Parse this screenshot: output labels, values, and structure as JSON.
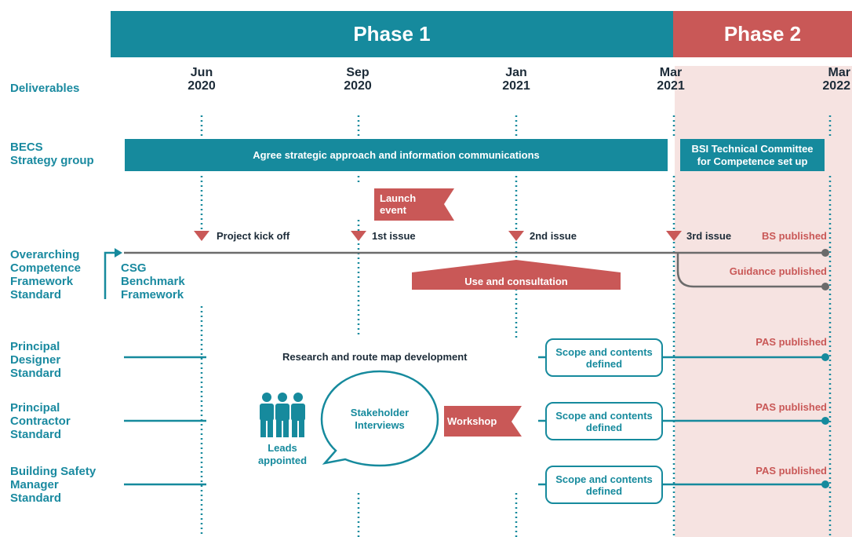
{
  "phases": [
    {
      "label": "Phase 1",
      "color": "#168a9d"
    },
    {
      "label": "Phase 2",
      "color": "#c95857"
    }
  ],
  "header": {
    "deliverables": "Deliverables"
  },
  "dates": [
    {
      "month": "Jun",
      "year": "2020"
    },
    {
      "month": "Sep",
      "year": "2020"
    },
    {
      "month": "Jan",
      "year": "2021"
    },
    {
      "month": "Mar",
      "year": "2021"
    },
    {
      "month": "Mar",
      "year": "2022"
    }
  ],
  "rows": {
    "becs": "BECS\nStrategy group",
    "overarching": "Overarching\nCompetence\nFramework\nStandard",
    "principal_designer": "Principal\nDesigner\nStandard",
    "principal_contractor": "Principal\nContractor\nStandard",
    "building_safety_manager": "Building Safety\nManager\nStandard"
  },
  "becs": {
    "agree_bar": "Agree strategic approach and information communications",
    "bsi_box": "BSI Technical Committee\nfor Competence set up"
  },
  "launch_event": "Launch\nevent",
  "milestones": [
    "Project kick off",
    "1st issue",
    "2nd issue",
    "3rd issue"
  ],
  "csg": "CSG\nBenchmark\nFramework",
  "use_consultation": "Use and consultation",
  "bs_published": "BS published",
  "guidance_published": "Guidance published",
  "research": "Research and route map development",
  "scope_defined": "Scope and contents\ndefined",
  "pas_published": "PAS published",
  "stakeholder": "Stakeholder\nInterviews",
  "workshop": "Workshop",
  "leads": "Leads\nappointed",
  "colors": {
    "teal": "#168a9d",
    "red": "#c95857",
    "phase2_bg": "#f6e3e1",
    "line_grey": "#6b6b6b"
  }
}
